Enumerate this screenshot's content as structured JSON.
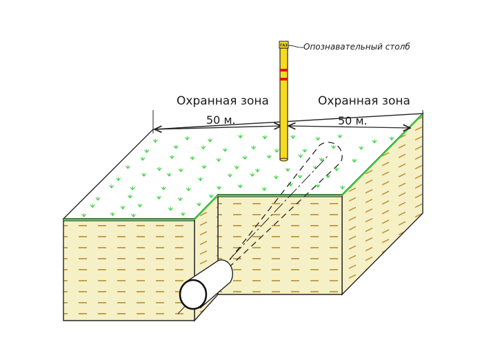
{
  "labels": {
    "zone_left": "Охранная зона",
    "zone_right": "Охранная зона",
    "distance_left": "50 м.",
    "distance_right": "50 м.",
    "marker_post": "Опознавательный столб",
    "plate": "ГАЗ"
  },
  "colors": {
    "soil_fill": "#f6f0c6",
    "soil_dash": "#b58b2e",
    "grass": "#35d13b",
    "post_yellow": "#f7dc1e",
    "post_band": "#e3131b",
    "line": "#222222"
  },
  "icons": {
    "grass_tuft": "grass-tuft-icon",
    "arrow": "arrowhead-icon"
  }
}
